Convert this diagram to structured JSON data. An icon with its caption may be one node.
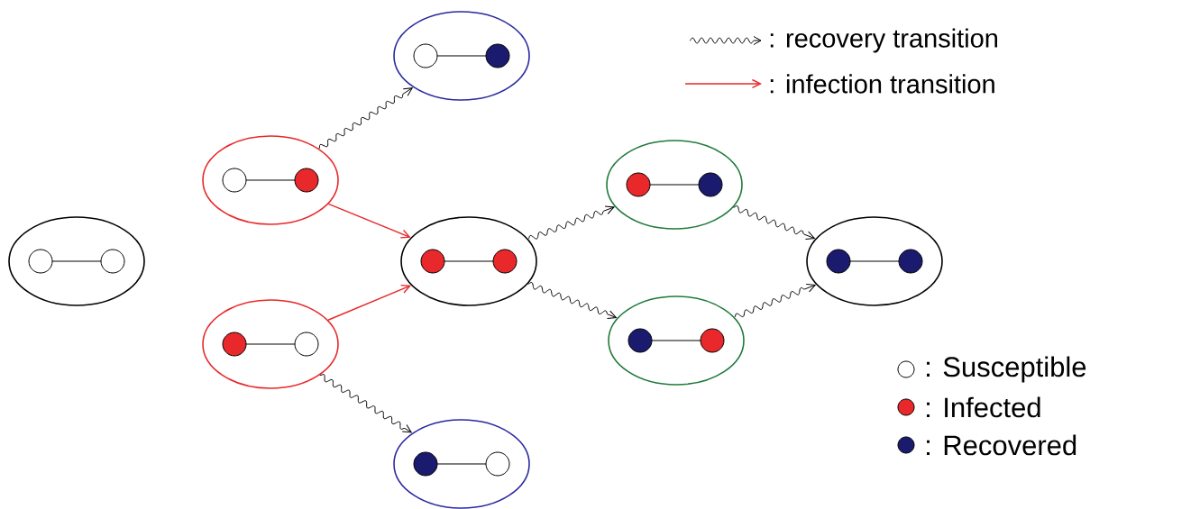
{
  "diagram": {
    "nodes": [
      {
        "text": [],
        "shape": "ellipse"
      },
      {
        "text": [],
        "shape": "ellipse"
      },
      {
        "text": [],
        "shape": "ellipse"
      },
      {
        "text": [],
        "shape": "ellipse"
      },
      {
        "text": [],
        "shape": "ellipse"
      },
      {
        "text": [],
        "shape": "ellipse"
      },
      {
        "text": [],
        "shape": "ellipse"
      },
      {
        "text": [],
        "shape": "ellipse"
      },
      {
        "text": [],
        "shape": "ellipse"
      }
    ],
    "edges": [
      {
        "from": 1,
        "to": 3,
        "arrow": "to"
      },
      {
        "from": 1,
        "to": 5,
        "arrow": "to",
        "color": "#e8282a"
      },
      {
        "from": 2,
        "to": 5,
        "arrow": "to",
        "color": "#e8282a"
      },
      {
        "from": 2,
        "to": 4,
        "arrow": "to"
      },
      {
        "from": 5,
        "to": 6,
        "arrow": "to"
      },
      {
        "from": 5,
        "to": 7,
        "arrow": "to"
      },
      {
        "from": 6,
        "to": 8,
        "arrow": "to"
      },
      {
        "from": 7,
        "to": 8,
        "arrow": "to"
      }
    ],
    "legend": [
      {
        "text": ": recovery transition"
      },
      {
        "text": ": infection transition"
      },
      {
        "text": ": Susceptible"
      },
      {
        "text": ": Infected",
        "color": "#e8282a"
      },
      {
        "text": ": Recovered",
        "color": "#1a1a6e"
      }
    ]
  }
}
